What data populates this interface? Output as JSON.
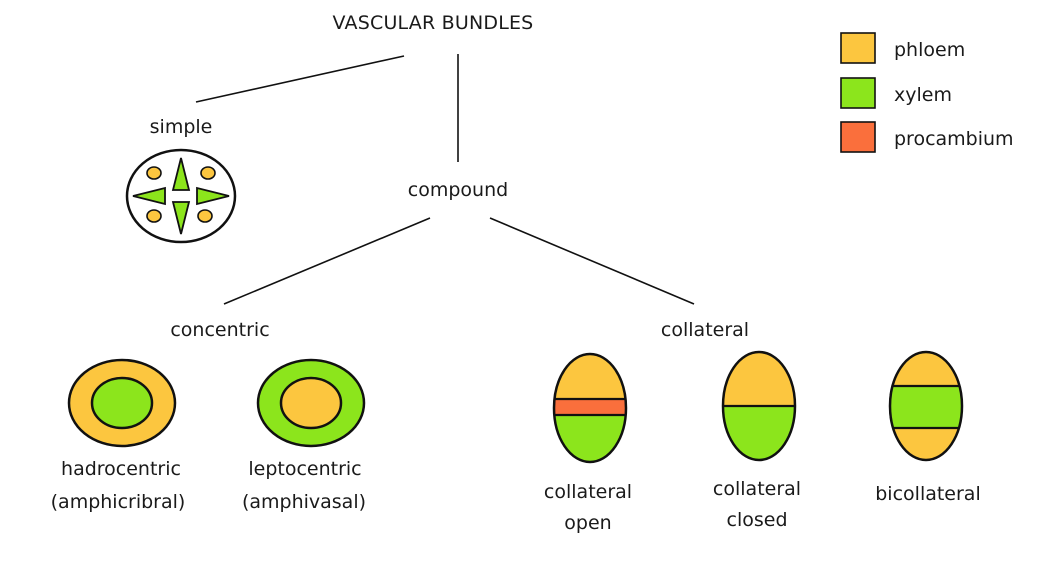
{
  "title": "VASCULAR BUNDLES",
  "legend": [
    {
      "label": "phloem",
      "color": "#FCC63F"
    },
    {
      "label": "xylem",
      "color": "#8CE51C"
    },
    {
      "label": "procambium",
      "color": "#FA6F3C"
    }
  ],
  "nodes": {
    "simple": "simple",
    "compound": "compound",
    "concentric": "concentric",
    "collateral": "collateral"
  },
  "types": {
    "hadrocentric_1": "hadrocentric",
    "hadrocentric_2": "(amphicribral)",
    "leptocentric_1": "leptocentric",
    "leptocentric_2": "(amphivasal)",
    "collateral_open_1": "collateral",
    "collateral_open_2": "open",
    "collateral_closed_1": "collateral",
    "collateral_closed_2": "closed",
    "bicollateral": "bicollateral"
  }
}
